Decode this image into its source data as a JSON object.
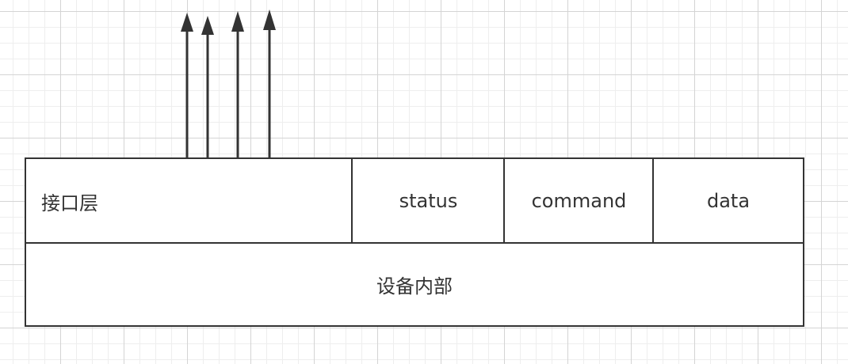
{
  "diagram": {
    "interface_layer_label": "接口层",
    "registers": [
      {
        "label": "status"
      },
      {
        "label": "command"
      },
      {
        "label": "data"
      }
    ],
    "device_internal_label": "设备内部",
    "arrow_count": 4,
    "colors": {
      "stroke": "#333333",
      "fill": "#ffffff"
    }
  }
}
